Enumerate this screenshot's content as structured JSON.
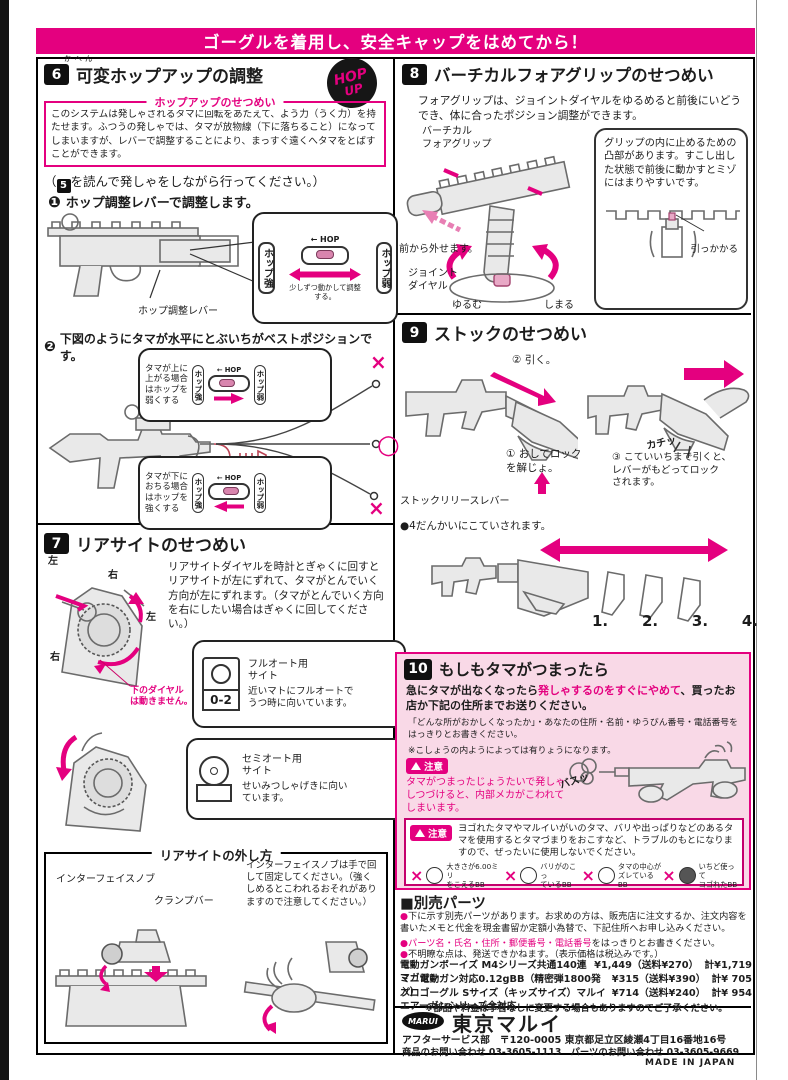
{
  "banner": "ゴーグルを着用し、安全キャップをはめてから！",
  "icons": {
    "hop_badge_top": "HOP",
    "hop_badge_bottom": "UP",
    "caution": "注意"
  },
  "sec6": {
    "num": "6",
    "furigana": "かへん",
    "title": "可変ホップアップの調整",
    "box_title": "ホップアップのせつめい",
    "box_body": "このシステムは発しゃされるタマに回転をあたえて、よう力（うく力）を持たせます。ふつうの発しゃでは、タマが放物線（下に落ちること）になってしまいますが、レバーで調整することにより、まっすぐ遠くへタマをとばすことができます。",
    "note_pre": "（",
    "note_num": "5",
    "note_post": "を読んで発しゃをしながら行ってください。）",
    "step1_num": "❶",
    "step1": "ホップ調整レバーで調整します。",
    "lever_label": "ホップ調整レバー",
    "hop_dir": "← HOP",
    "hop_strong": "ホップ強",
    "hop_weak": "ホップ弱",
    "slider_note": "少しずつ動かして調整する。",
    "step2_num": "❷",
    "step2": "下図のようにタマが水平にとぶいちがベストポジションです。",
    "callout_up": "タマが上に\n上がる場合\nはホップを\n弱くする",
    "callout_down": "タマが下に\nおちる場合\nはホップを\n強くする",
    "mark_x_top": "×",
    "mark_o": "○",
    "mark_x_bottom": "×"
  },
  "sec7": {
    "num": "7",
    "title": "リアサイトのせつめい",
    "body": "リアサイトダイヤルを時計とぎゃくに回すとリアサイトが左にずれて、タマがとんでいく方向が左にずれます。（タマがとんでいく方向を右にしたい場合はぎゃくに回してください。）",
    "dir_left1": "左",
    "dir_right1": "右",
    "dir_left2": "左",
    "dir_right2": "右",
    "dial_note": "下のダイヤル\nは動きません。",
    "full_sight_num": "0-2",
    "full_title": "フルオート用\nサイト",
    "full_body": "近いマトにフルオートでうつ時に向いています。",
    "semi_title": "セミオート用\nサイト",
    "semi_body": "せいみつしゃげきに向いています。",
    "remove_title": "リアサイトの外し方",
    "knob_label": "インターフェイスノブ",
    "clamp_label": "クランプバー",
    "remove_body": "インターフェイスノブは手で回して固定してください。（強くしめるとこわれるおそれがありますので注意してください。）"
  },
  "sec8": {
    "num": "8",
    "title": "バーチカルフォアグリップのせつめい",
    "body": "フォアグリップは、ジョイントダイヤルをゆるめると前後にいどうでき、体に合ったポジション調整ができます。",
    "grip_label": "バーチカル\nフォアグリップ",
    "front_note": "前から外せます。",
    "joint_label": "ジョイント\nダイヤル",
    "loosen": "ゆるむ",
    "tighten": "しまる",
    "box_body": "グリップの内に止めるための凸部があります。すこし出した状態で前後に動かすとミゾにはまりやすいです。",
    "catch_label": "引っかかる"
  },
  "sec9": {
    "num": "9",
    "title": "ストックのせつめい",
    "step2": "② 引く。",
    "step1": "① おしてロック\nを解じょ。",
    "lever_label": "ストックリリースレバー",
    "sfx": "カチッ",
    "step3": "③ こていいちまで引くと、\nレバーがもどってロック\nされます。",
    "note": "●4だんかいにこていされます。",
    "positions": [
      "1.",
      "2.",
      "3.",
      "4."
    ]
  },
  "sec10": {
    "num": "10",
    "title": "もしもタマがつまったら",
    "lead_pre": "急にタマが出なくなったら",
    "lead_hl": "発しゃするのをすぐにやめて",
    "lead_post": "、買ったお店か下記の住所までお送りください。",
    "small1": "「どんな所がおかしくなったか」・あなたの住所・名前・ゆうびん番号・電話番号をはっきりとお書きください。",
    "small2": "※こしょうの内ようによっては有りょうになります。",
    "caution_label": "注意",
    "caution1": "タマがつまったじょうたいで発しゃ\nしつづけると、内部メカがこわれて\nしまいます。",
    "sfx": "バスッ",
    "caution2": "ヨゴれたタマやマルイいがいのタマ、バリや出っぱりなどのあるタマを使用するとタマづまりをおこすなど、トラブルのもとになりますので、ぜったいに使用しないでください。",
    "bbs": [
      {
        "mark": "×",
        "label": "大きさが6.00ミリ\nをこえるBB"
      },
      {
        "mark": "×",
        "label": "バリがのこっ\nているBB"
      },
      {
        "mark": "×",
        "label": "タマの中心が\nズレているBB"
      },
      {
        "mark": "×",
        "label": "いちど使って\nヨゴれたBB"
      }
    ]
  },
  "parts": {
    "title": "■別売パーツ",
    "b1": "下に示す別売パーツがあります。お求めの方は、販売店に注文するか、注文内容を書いたメモと代金を現金書留か定額小為替で、下記住所へお申し込みください。",
    "b2_hl": "パーツ名・氏名・住所・郵便番号・電話番号",
    "b2_post": "をはっきりとお書きください。",
    "b3": "不明瞭な点は、発送できかねます。（表示価格は税込みです。）",
    "items": [
      {
        "name": "電動ガンボーイズ M4シリーズ共通140連マガジン",
        "price": "¥1,449（送料¥270）",
        "total": "計¥1,719"
      },
      {
        "name": "ミニ電動ガン対応0.12gBB（精密弾1800発入）",
        "price": "¥315（送料¥390）",
        "total": "計¥ 705"
      },
      {
        "name": "プロゴーグル Sサイズ（キッズサイズ）マルイエアーガンシリーズ全対応",
        "price": "¥714（送料¥240）",
        "total": "計¥ 954"
      }
    ],
    "note": "※部品や料金は予告なしに変更する場合もありますのでご了承ください。"
  },
  "footer": {
    "logo": "MARUI",
    "company": "東京マルイ",
    "address": "アフターサービス部　〒120-0005 東京都足立区綾瀬4丁目16番地16号",
    "contact": "商品のお問い合わせ 03-3605-1113　パーツのお問い合わせ 03-3605-9669",
    "made_in": "MADE IN JAPAN"
  }
}
